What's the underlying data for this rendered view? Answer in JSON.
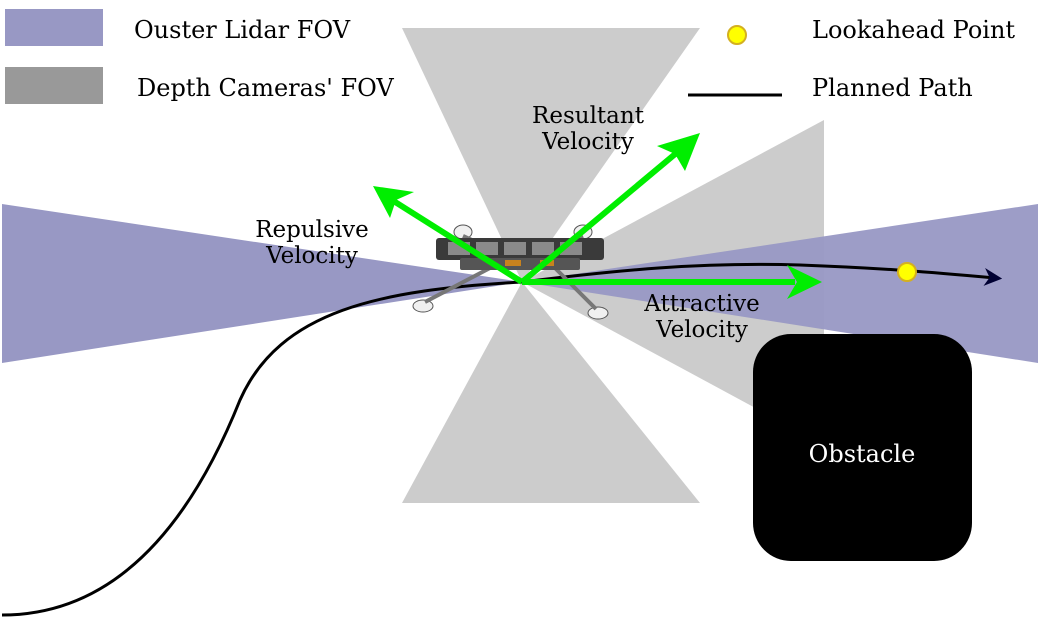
{
  "legend": {
    "lidar_fov": "Ouster Lidar FOV",
    "depth_fov": "Depth Cameras' FOV",
    "lookahead": "Lookahead Point",
    "planned_path": "Planned Path"
  },
  "annotations": {
    "resultant": [
      "Resultant",
      "Velocity"
    ],
    "repulsive": [
      "Repulsive",
      "Velocity"
    ],
    "attractive": [
      "Attractive",
      "Velocity"
    ]
  },
  "obstacle": {
    "label": "Obstacle"
  },
  "colors": {
    "lidar": "#9898c4",
    "depth": "#cccccc",
    "depth_legend": "#999999",
    "velocity_arrow": "#00ee00",
    "path": "#000000",
    "path_end": "#000033",
    "lookahead": "#ffff00",
    "lookahead_ring": "#d4b020",
    "obstacle": "#000000"
  },
  "icons": [
    "quadrotor-drone-icon",
    "arrowhead-icon"
  ]
}
